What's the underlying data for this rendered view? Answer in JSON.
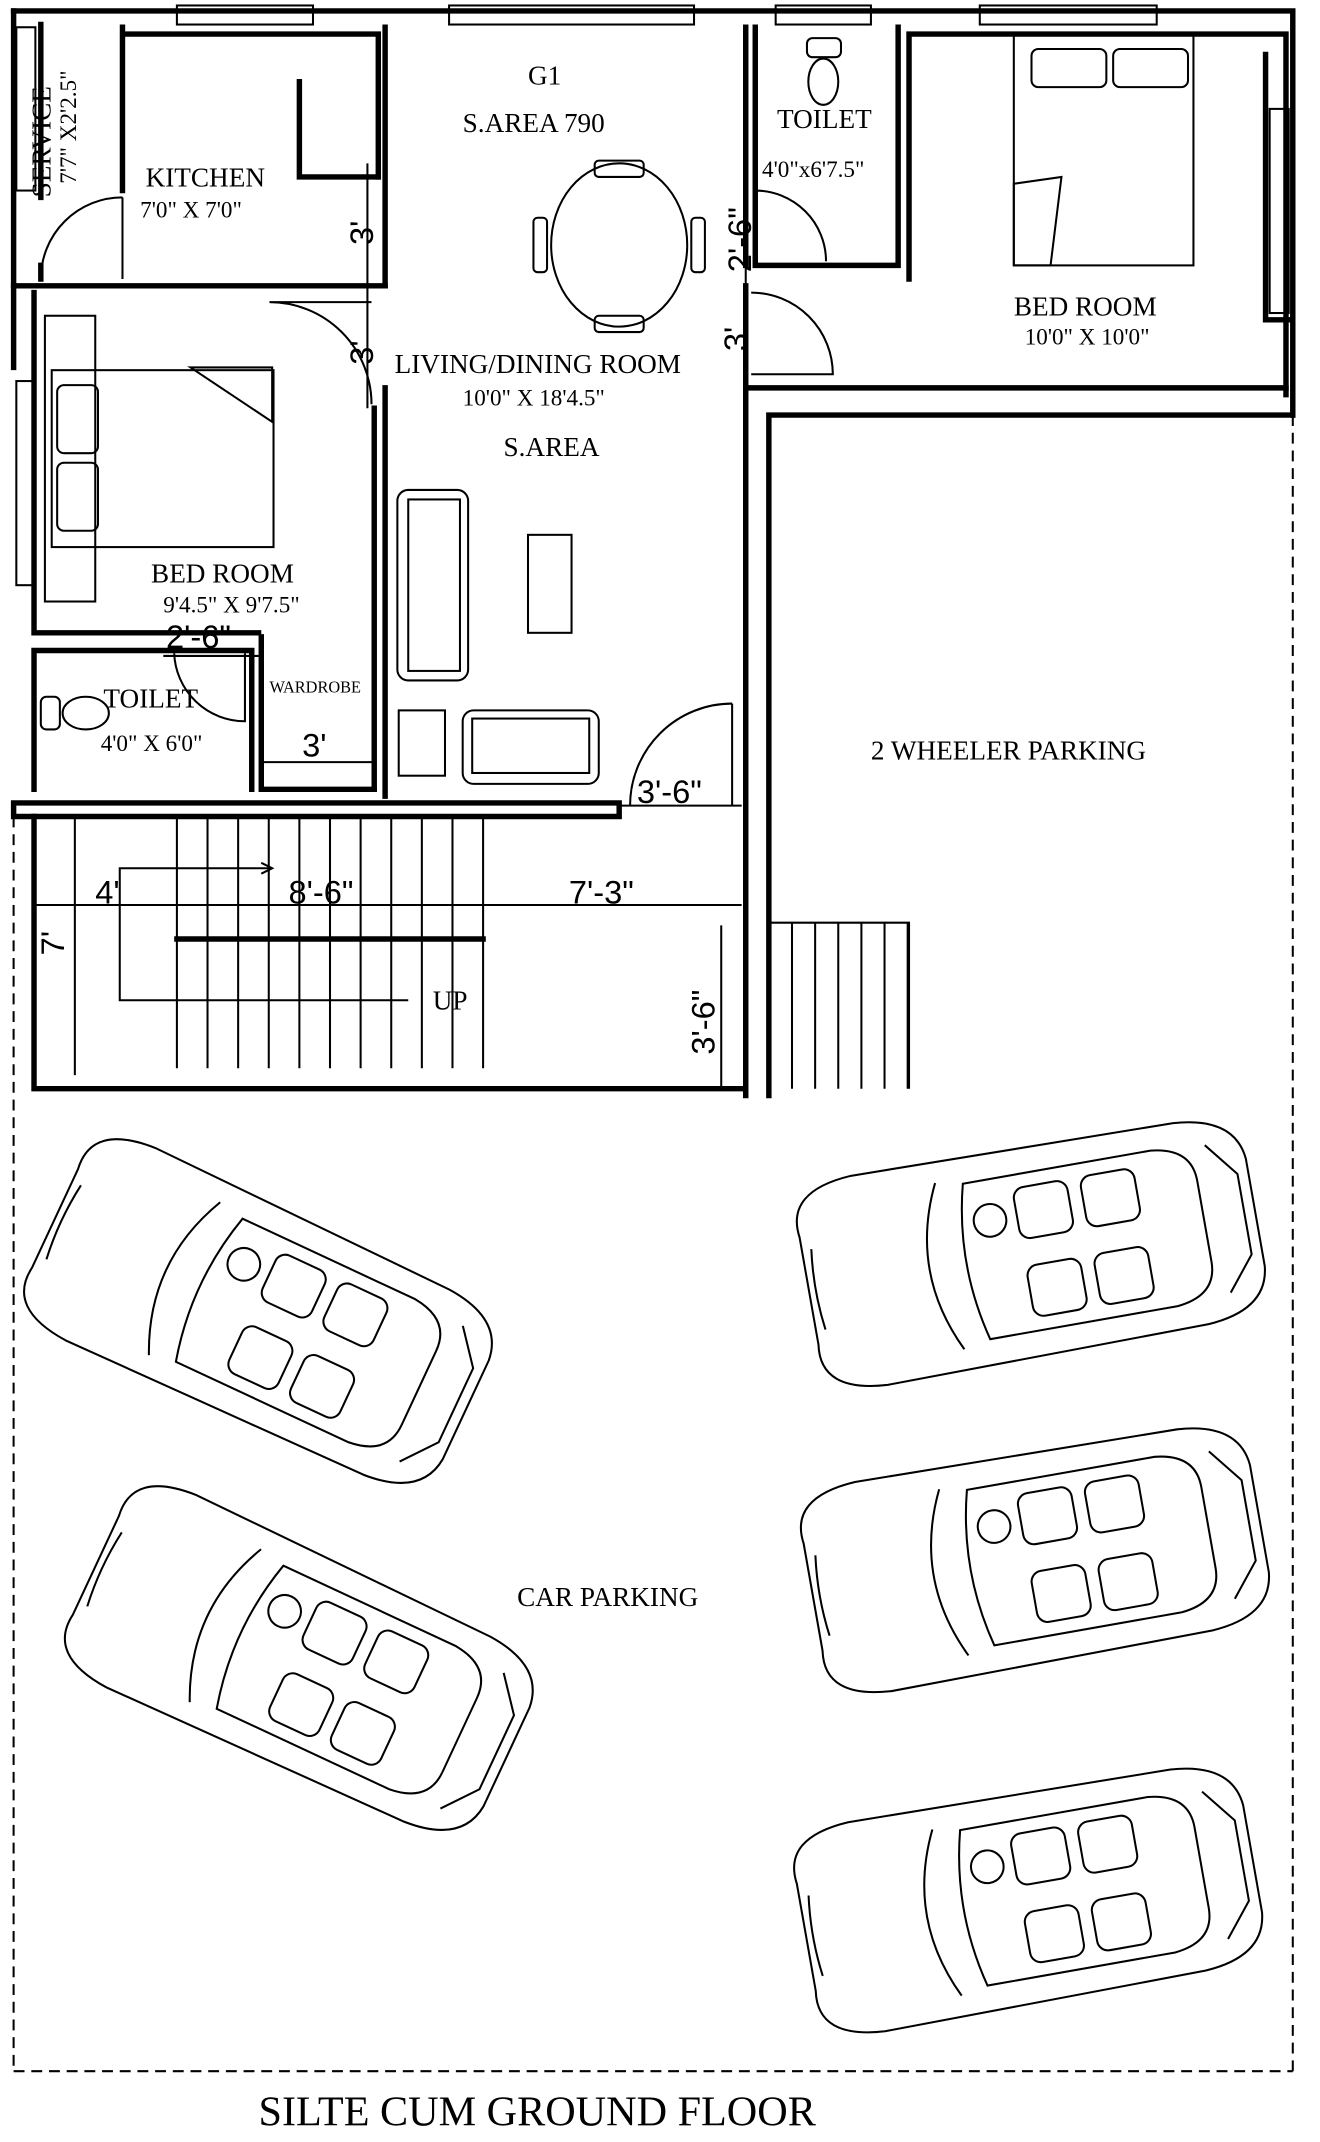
{
  "title": "SILTE CUM GROUND FLOOR",
  "rooms": {
    "service": {
      "name": "SERVICE",
      "size": "7'7\" X2'2.5\""
    },
    "kitchen": {
      "name": "KITCHEN",
      "size": "7'0\" X 7'0\""
    },
    "unit": {
      "name": "G1",
      "area": "S.AREA 790"
    },
    "toilet_right": {
      "name": "TOILET",
      "size": "4'0\"x6'7.5\""
    },
    "bedroom_right": {
      "name": "BED ROOM",
      "size": "10'0\" X 10'0\""
    },
    "living": {
      "name": "LIVING/DINING ROOM",
      "size": "10'0\" X 18'4.5\"",
      "area": "S.AREA"
    },
    "bedroom_left": {
      "name": "BED ROOM",
      "size": "9'4.5\" X 9'7.5\""
    },
    "toilet_left": {
      "name": "TOILET",
      "size": "4'0\" X 6'0\""
    },
    "wardrobe": {
      "name": "WARDROBE"
    },
    "two_wheeler": {
      "name": "2 WHEELER PARKING"
    },
    "car_parking": {
      "name": "CAR PARKING"
    },
    "stairs": {
      "label": "UP"
    }
  },
  "dimensions": {
    "kitchen_door": "3'",
    "bedroom_door": "3'",
    "toilet_right_door": "2'-6\"",
    "bedroom_right_door": "3'",
    "toilet_left_door": "2'-6\"",
    "wardrobe_width": "3'",
    "main_door": "3'-6\"",
    "stair_landing": "4'",
    "stair_flight": "8'-6\"",
    "passage": "7'-3\"",
    "stair_width": "7'",
    "entry_width": "3'-6\""
  }
}
